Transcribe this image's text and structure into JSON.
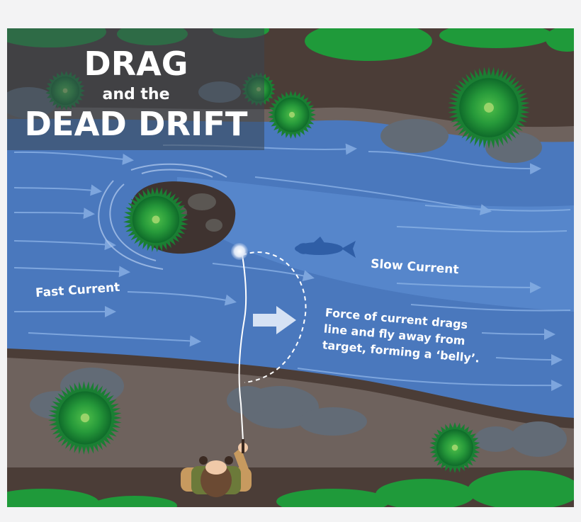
{
  "title": {
    "line1": "DRAG",
    "line2": "and the",
    "line3": "DEAD DRIFT"
  },
  "labels": {
    "fast_current": "Fast Current",
    "slow_current": "Slow Current",
    "force_line1": "Force of current drags",
    "force_line2": "line and fly away from",
    "force_line3": "target, forming a ‘belly’."
  },
  "icons": [
    "bush-icon",
    "rock-icon",
    "fish-icon",
    "arrow-icon",
    "angler-icon",
    "fly-icon"
  ],
  "colors": {
    "bank": "#4b3d37",
    "river_fast": "#4a78bd",
    "river_slow": "#5b8bd0",
    "foliage": "#1f9a3a",
    "title_text": "#ffffff"
  }
}
